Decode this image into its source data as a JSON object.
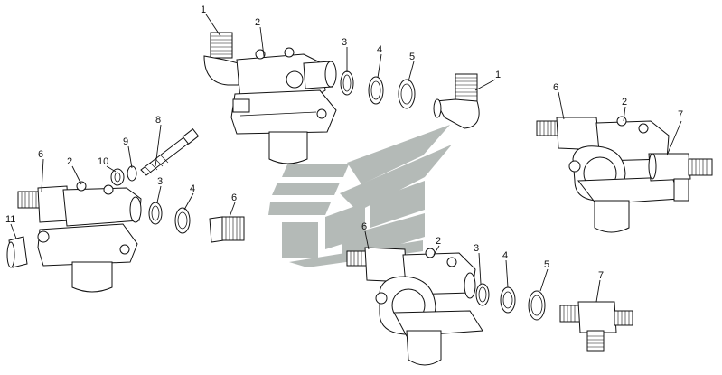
{
  "callouts": {
    "c1a": "1",
    "c2a": "2",
    "c3a": "3",
    "c4a": "4",
    "c5a": "5",
    "c1b": "1",
    "c6b": "6",
    "c2b": "2",
    "c7b": "7",
    "c8": "8",
    "c9": "9",
    "c10": "10",
    "c6c": "6",
    "c2c": "2",
    "c3c": "3",
    "c4c": "4",
    "c6c2": "6",
    "c11": "11",
    "c6d": "6",
    "c2d": "2",
    "c3d": "3",
    "c4d": "4",
    "c5d": "5",
    "c7d": "7"
  },
  "watermark": {
    "color": "#9fa7a3"
  }
}
